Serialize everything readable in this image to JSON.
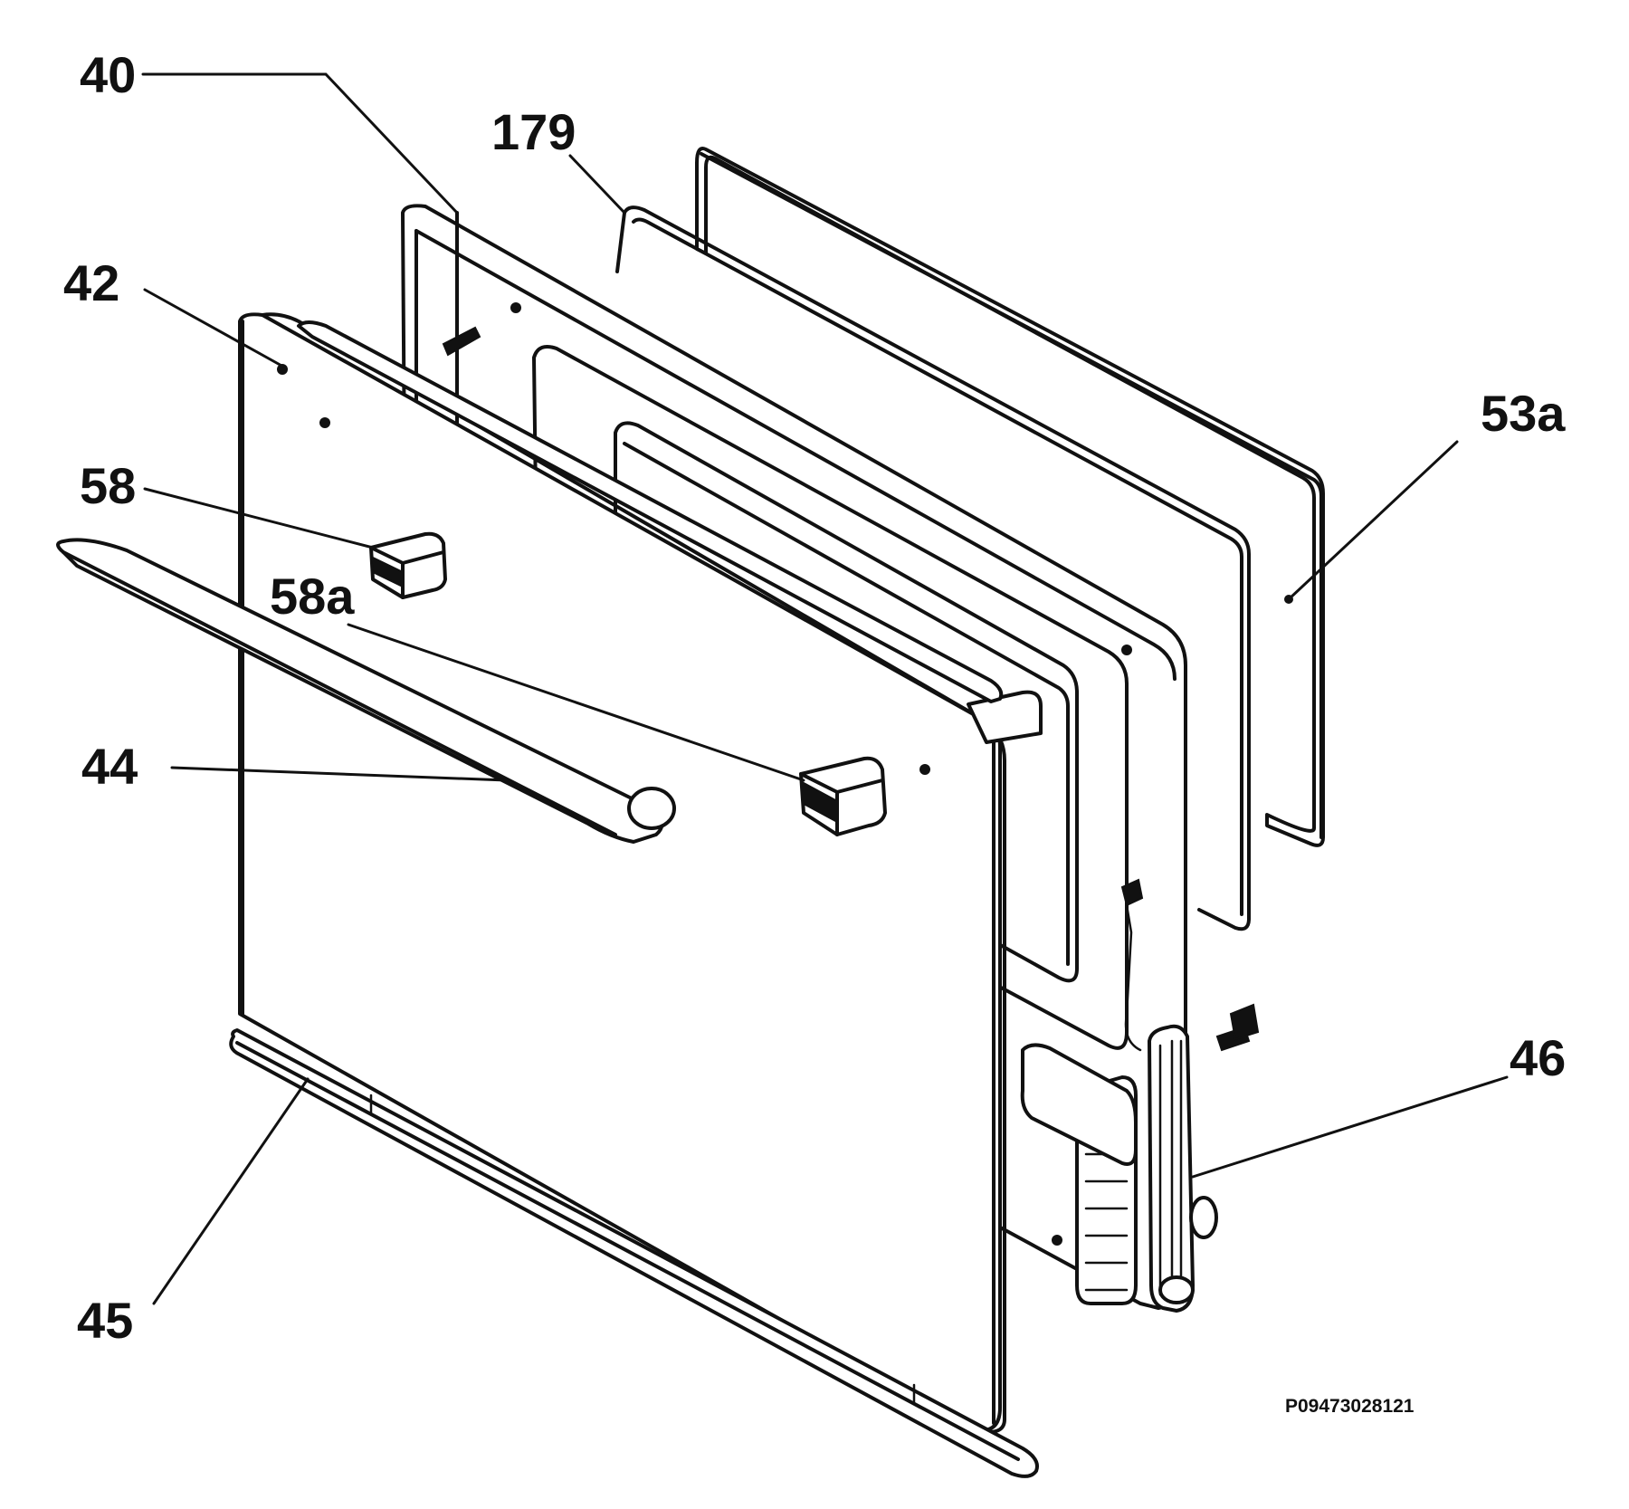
{
  "callouts": {
    "part_40": "40",
    "part_179": "179",
    "part_42": "42",
    "part_53a": "53a",
    "part_58": "58",
    "part_58a": "58a",
    "part_44": "44",
    "part_46": "46",
    "part_45": "45"
  },
  "drawing_code": "P09473028121"
}
